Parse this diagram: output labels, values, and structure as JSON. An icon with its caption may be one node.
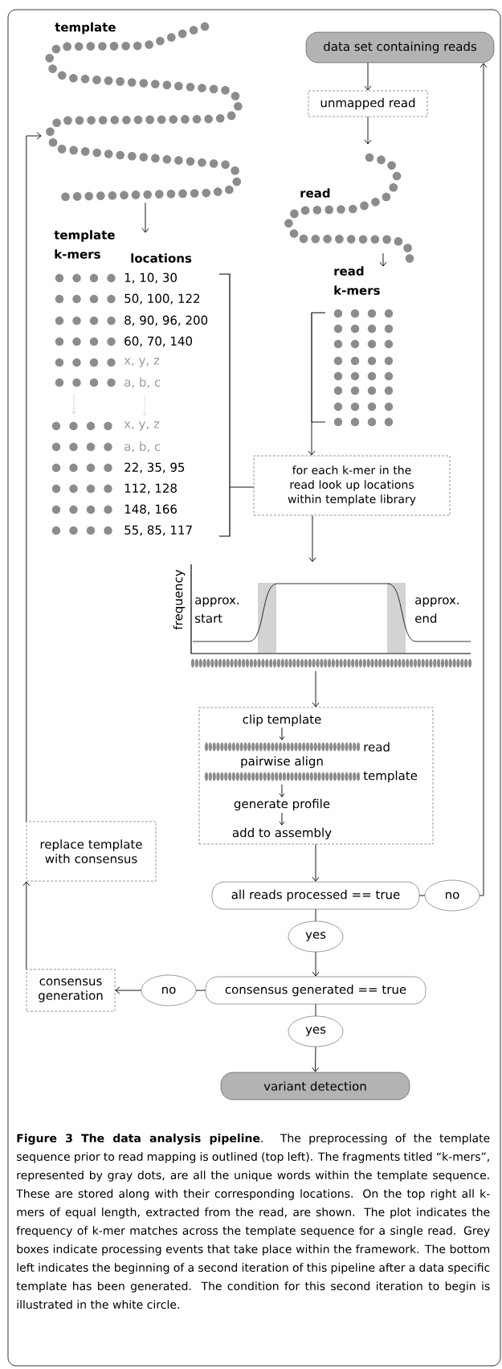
{
  "diagram": {
    "caption": "**Figure 3 The data analysis pipeline**. The preprocessing of the template sequence prior to read mapping is outlined (top left). The fragments titled “k-mers”, represented by gray dots, are all the unique words within the template sequence. These are stored along with their corresponding locations. On the top right all k-mers of equal length, extracted from the read, are shown. The plot indicates the frequency of k-mer matches across the template sequence for a single read. Grey boxes indicate processing events that take place within the framework. The bottom left indicates the beginning of a second iteration of this pipeline after a data specific template has been generated. The condition for this second iteration to begin is illustrated in the white circle.",
    "nodes": [
      {
        "text": [
          "template"
        ]
      },
      {
        "text": [
          "template k-mers",
          "locations",
          "1, 10, 30",
          "50, 100, 122",
          "8, 90, 96, 200",
          "60, 70, 140",
          "x, y, z",
          "a, b, c",
          "x, y, z",
          "a, b, c",
          "22, 35, 95",
          "112, 128",
          "148, 166",
          "55, 85, 117"
        ]
      },
      {
        "text": [
          "data set containing reads"
        ]
      },
      {
        "text": [
          "unmapped read"
        ]
      },
      {
        "text": [
          "read"
        ]
      },
      {
        "text": [
          "read k-mers"
        ]
      },
      {
        "text": [
          "for each k-mer in the read look up locations within template library"
        ]
      },
      {
        "text": [
          "frequency",
          "approx. start",
          "approx. end"
        ]
      },
      {
        "text": [
          "clip template",
          "read",
          "pairwise align",
          "template",
          "generate profile",
          "add to assembly"
        ]
      },
      {
        "text": [
          "all reads processed == true"
        ]
      },
      {
        "text": [
          "no"
        ]
      },
      {
        "text": [
          "yes"
        ]
      },
      {
        "text": [
          "consensus generated == true"
        ]
      },
      {
        "text": [
          "no"
        ]
      },
      {
        "text": [
          "consensus generation"
        ]
      },
      {
        "text": [
          "replace template with consensus"
        ]
      },
      {
        "text": [
          "yes"
        ]
      },
      {
        "text": [
          "variant detection"
        ]
      }
    ],
    "edges": [
      {
        "from": 2,
        "to": 3,
        "arrow": "to"
      },
      {
        "from": 3,
        "to": 4,
        "arrow": "to"
      },
      {
        "from": 4,
        "to": 5,
        "arrow": "to"
      },
      {
        "from": 0,
        "to": 1,
        "arrow": "to"
      },
      {
        "from": 5,
        "to": 6,
        "arrow": "to"
      },
      {
        "from": 1,
        "to": 6,
        "arrow": "none"
      },
      {
        "from": 6,
        "to": 7,
        "arrow": "to"
      },
      {
        "from": 7,
        "to": 8,
        "arrow": "to"
      },
      {
        "from": 8,
        "to": 9,
        "arrow": "to"
      },
      {
        "from": 9,
        "to": 10,
        "arrow": "none"
      },
      {
        "from": 10,
        "to": 2,
        "arrow": "to"
      },
      {
        "from": 9,
        "to": 11,
        "arrow": "none"
      },
      {
        "from": 11,
        "to": 12,
        "arrow": "to"
      },
      {
        "from": 12,
        "to": 13,
        "arrow": "none"
      },
      {
        "from": 13,
        "to": 14,
        "arrow": "to"
      },
      {
        "from": 14,
        "to": 15,
        "arrow": "to"
      },
      {
        "from": 15,
        "to": 0,
        "arrow": "to"
      },
      {
        "from": 12,
        "to": 16,
        "arrow": "none"
      },
      {
        "from": 16,
        "to": 17,
        "arrow": "to"
      }
    ]
  }
}
